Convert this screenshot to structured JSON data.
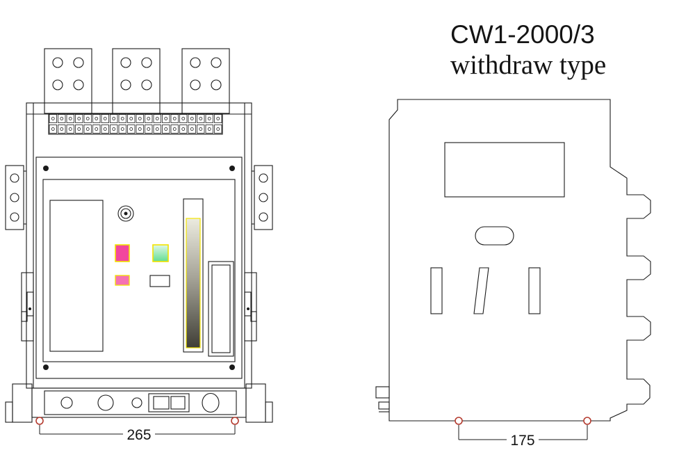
{
  "title": {
    "model": "CW1-2000/3",
    "type_label": "withdraw type"
  },
  "dimensions": {
    "front_width": "265",
    "side_depth": "175"
  },
  "colors": {
    "line": "#1a1a1a",
    "off_button": "#f2479d",
    "indicator_lamp": "#f573b2",
    "on_button": "#63dd92",
    "on_button_light": "#dff8e8",
    "button_border": "#f2e300",
    "handle_slot_light": "#ecebdf",
    "handle_slot_mid": "#a7a599",
    "handle_slot_dark": "#3f3e36",
    "dimension_marker": "#b43a2e",
    "background": "#ffffff"
  }
}
